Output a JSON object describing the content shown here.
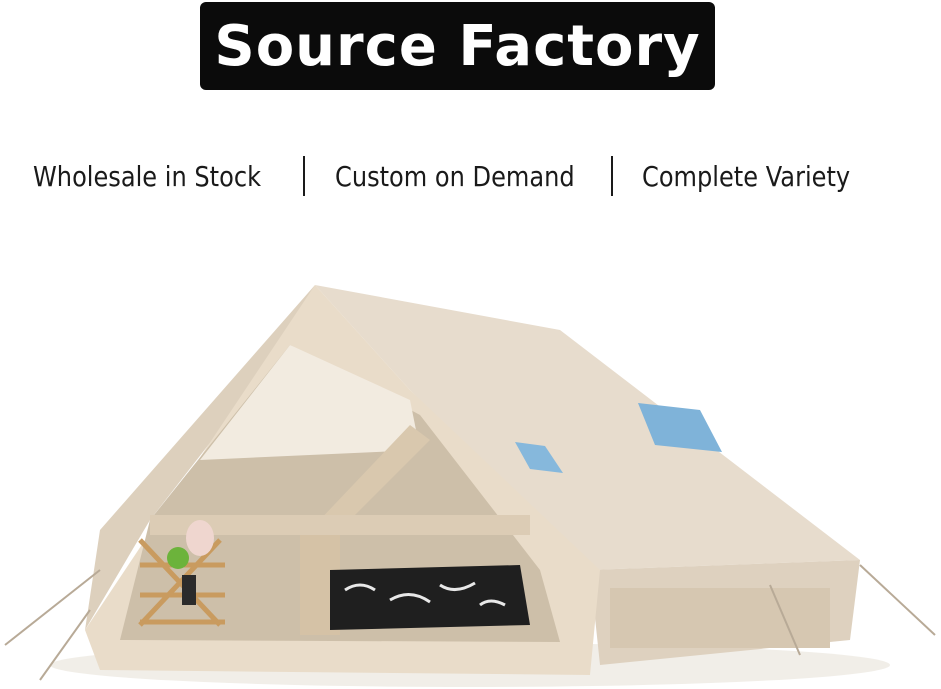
{
  "banner": {
    "title": "Source Factory"
  },
  "features": [
    {
      "label": "Wholesale in Stock"
    },
    {
      "label": "Custom on Demand"
    },
    {
      "label": "Complete Variety"
    }
  ],
  "colors": {
    "banner_bg": "#0b0b0b",
    "banner_text": "#ffffff",
    "tent_canvas": "#e9dccb",
    "tent_shadow": "#cdbba3",
    "window_blue": "#7fb3d9"
  },
  "image": {
    "subject": "tent-photo"
  }
}
